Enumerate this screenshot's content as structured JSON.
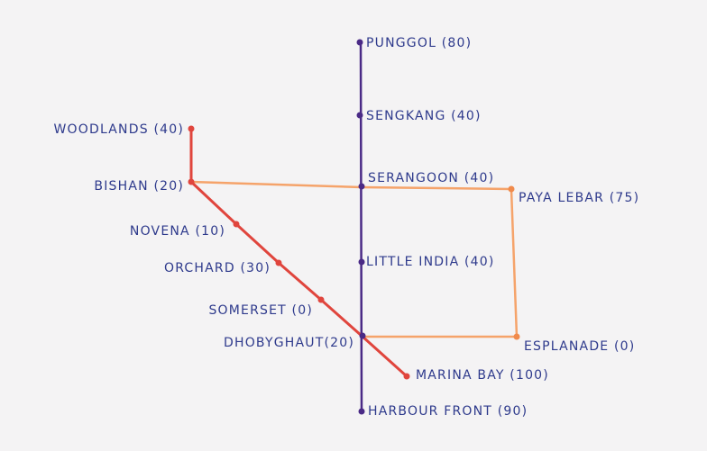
{
  "lines": [
    {
      "name": "purple",
      "color": "#4a2a86"
    },
    {
      "name": "red",
      "color": "#e0453d"
    },
    {
      "name": "orange",
      "color": "#f5a36a"
    }
  ],
  "stations": {
    "punggol": "PUNGGOL (80)",
    "sengkang": "SENGKANG (40)",
    "serangoon": "SERANGOON (40)",
    "little_india": "LITTLE INDIA (40)",
    "dhoby_ghaut": "DHOBYGHAUT(20)",
    "harbour_front": "HARBOUR FRONT (90)",
    "woodlands": "WOODLANDS (40)",
    "bishan": "BISHAN (20)",
    "novena": "NOVENA (10)",
    "orchard": "ORCHARD (30)",
    "somerset": "SOMERSET (0)",
    "marina_bay": "MARINA BAY (100)",
    "paya_lebar": "PAYA LEBAR (75)",
    "esplanade": "ESPLANADE (0)"
  }
}
